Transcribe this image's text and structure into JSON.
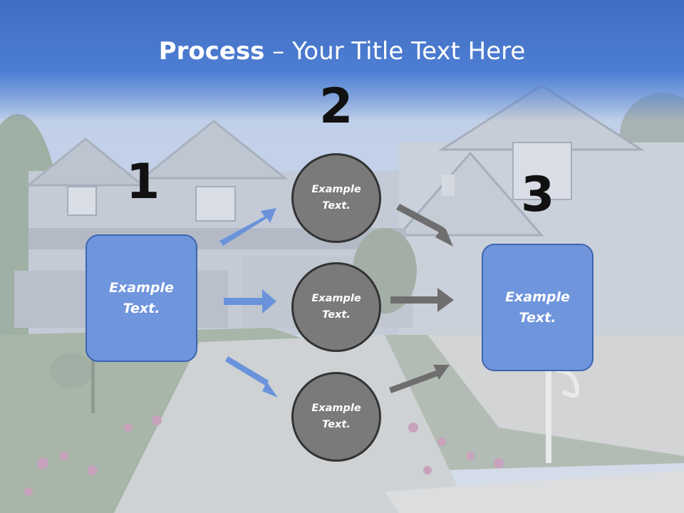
{
  "title": {
    "bold": "Process",
    "rest": " – Your Title Text Here"
  },
  "steps": [
    {
      "number": "1",
      "label_line1": "Example",
      "label_line2": "Text."
    },
    {
      "number": "2"
    },
    {
      "number": "3",
      "label_line1": "Example",
      "label_line2": "Text."
    }
  ],
  "circles": [
    {
      "label_line1": "Example",
      "label_line2": "Text."
    },
    {
      "label_line1": "Example",
      "label_line2": "Text."
    },
    {
      "label_line1": "Example",
      "label_line2": "Text."
    }
  ],
  "colors": {
    "header": "#4a7bd0",
    "box_fill": "#6f95dc",
    "box_border": "#3d64b0",
    "circle_fill": "#7a7a7a",
    "blue_arrow": "#6a93dc",
    "gray_arrow": "#6e6e6e"
  }
}
